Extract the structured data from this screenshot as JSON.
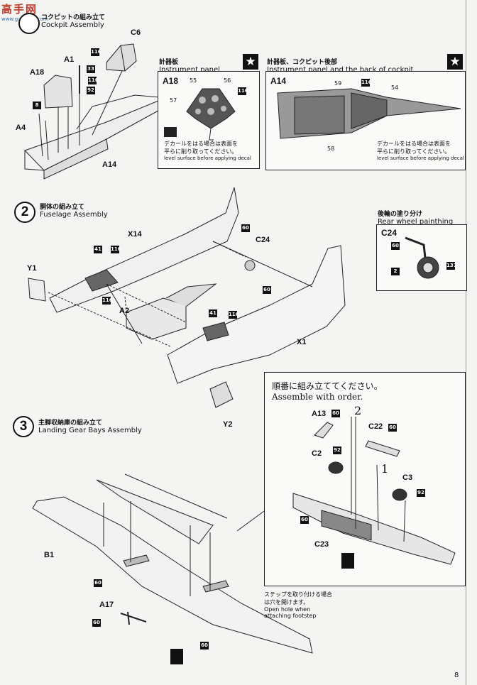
{
  "watermark": {
    "line1": "高手网",
    "line2": "www.gaoshou.com"
  },
  "step1": {
    "jp": "コクピットの組み立て",
    "en": "Cockpit Assembly",
    "parts": [
      "C6",
      "A1",
      "A18",
      "A4",
      "A14"
    ],
    "codes": [
      "116",
      "33",
      "116",
      "92",
      "8"
    ]
  },
  "panel_a18": {
    "jp": "計器板",
    "en": "Instrument panel",
    "part": "A18",
    "callouts": [
      "55",
      "56",
      "57"
    ],
    "code": "116",
    "note_jp1": "デカールをはる場合は表面を",
    "note_jp2": "平らに削り取ってください。",
    "note_en": "level surface before applying decal"
  },
  "panel_a14": {
    "jp": "計器板、コクピット後部",
    "en": "Instrument panel and the back of cockpit",
    "part": "A14",
    "callouts": [
      "59",
      "54",
      "58"
    ],
    "code": "116",
    "note_jp1": "デカールをはる場合は表面を",
    "note_jp2": "平らに削り取ってください。",
    "note_en": "level surface before applying decal"
  },
  "step2": {
    "num": "2",
    "jp": "胴体の組み立て",
    "en": "Fuselage Assembly",
    "parts": [
      "X14",
      "C24",
      "Y1",
      "A2",
      "X1",
      "Y2"
    ],
    "codes": [
      "60",
      "41",
      "116",
      "116",
      "60",
      "41",
      "116"
    ]
  },
  "rear_wheel": {
    "jp": "後輪の塗り分け",
    "en": "Rear wheel painthing",
    "part": "C24",
    "codes": [
      "60",
      "2",
      "137"
    ]
  },
  "step3": {
    "num": "3",
    "jp": "主脚収納庫の組み立て",
    "en": "Landing Gear Bays Assembly",
    "parts": [
      "B1",
      "A17"
    ],
    "codes": [
      "60",
      "60",
      "60"
    ],
    "note_jp1": "ステップを取り付ける場合",
    "note_jp2": "は穴を開けます。",
    "note_en1": "Open hole when",
    "note_en2": "attaching footstep"
  },
  "order_panel": {
    "jp": "順番に組み立ててください。",
    "en": "Assemble with order.",
    "parts": [
      "A13",
      "C22",
      "C2",
      "C3",
      "C23"
    ],
    "codes": [
      "60",
      "60",
      "92",
      "92",
      "60"
    ],
    "order1": "1",
    "order2": "2"
  },
  "page_number": "8"
}
